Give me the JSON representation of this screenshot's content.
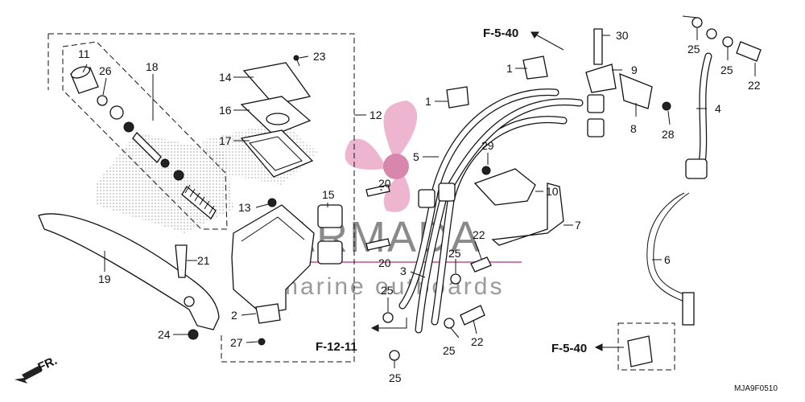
{
  "diagram": {
    "code": "MJA9F0510",
    "direction_label": "FR.",
    "references": {
      "top": "F-5-40",
      "left_bottom": "F-12-11",
      "right_bottom": "F-5-40"
    },
    "watermark": {
      "brand": "ARMADA",
      "tagline": "marine outboards",
      "colors": {
        "propeller": "#e8a3c4",
        "hub": "#d986ad",
        "text": "#8a8a8a",
        "rule": "#d67aa6"
      }
    },
    "callouts": {
      "c11": "11",
      "c26": "26",
      "c18": "18",
      "c14": "14",
      "c23": "23",
      "c16": "16",
      "c17": "17",
      "c12": "12",
      "c13": "13",
      "c15": "15",
      "c20a": "20",
      "c20b": "20",
      "c21": "21",
      "c19": "19",
      "c2": "2",
      "c24": "24",
      "c27": "27",
      "c1a": "1",
      "c1b": "1",
      "c5": "5",
      "c29": "29",
      "c10": "10",
      "c7": "7",
      "c22a": "22",
      "c3": "3",
      "c25a": "25",
      "c25b": "25",
      "c25c": "25",
      "c25d": "25",
      "c25e": "25",
      "c25f": "25",
      "c22b": "22",
      "c30": "30",
      "c9": "9",
      "c8": "8",
      "c28": "28",
      "c4": "4",
      "c6": "6",
      "c22c": "22"
    }
  }
}
